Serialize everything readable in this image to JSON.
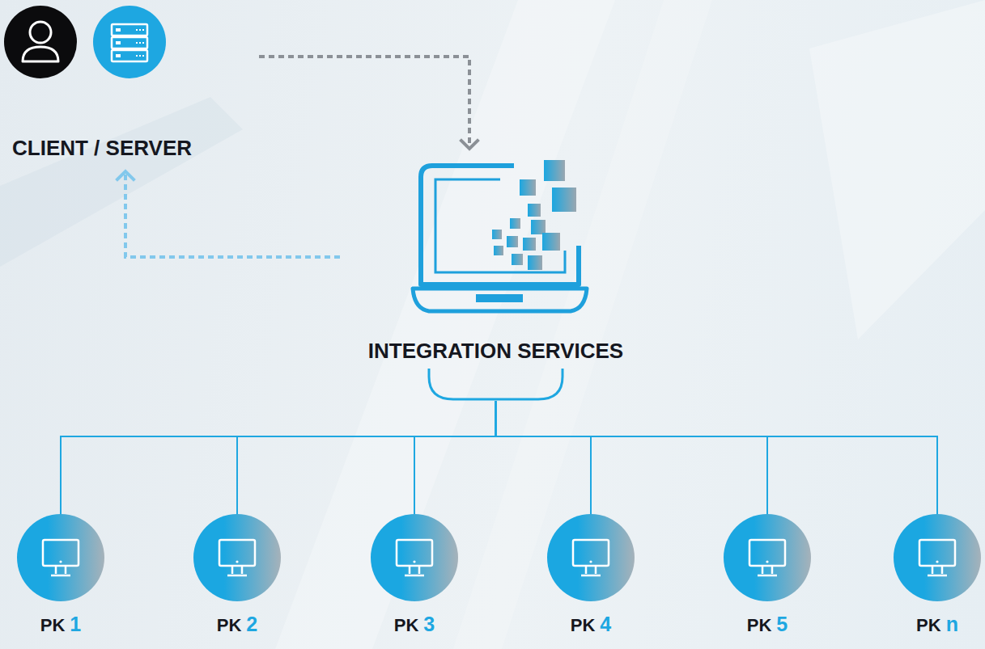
{
  "diagram": {
    "nodes": [
      {
        "text": [
          "CLIENT / SERVER"
        ]
      },
      {
        "text": [
          "INTEGRATION SERVICES"
        ]
      },
      {
        "text": [
          "PK",
          "1"
        ]
      },
      {
        "text": [
          "PK",
          "2"
        ]
      },
      {
        "text": [
          "PK",
          "3"
        ]
      },
      {
        "text": [
          "PK",
          "4"
        ]
      },
      {
        "text": [
          "PK",
          "5"
        ]
      },
      {
        "text": [
          "PK",
          "n"
        ]
      }
    ],
    "edges": [
      {
        "from": 0,
        "to": 1,
        "arrow": "to"
      },
      {
        "from": 1,
        "to": 0,
        "arrow": "to"
      },
      {
        "from": 1,
        "to": 2,
        "arrow": "none"
      },
      {
        "from": 1,
        "to": 3,
        "arrow": "none"
      },
      {
        "from": 1,
        "to": 4,
        "arrow": "none"
      },
      {
        "from": 1,
        "to": 5,
        "arrow": "none"
      },
      {
        "from": 1,
        "to": 6,
        "arrow": "none"
      },
      {
        "from": 1,
        "to": 7,
        "arrow": "none"
      }
    ]
  }
}
